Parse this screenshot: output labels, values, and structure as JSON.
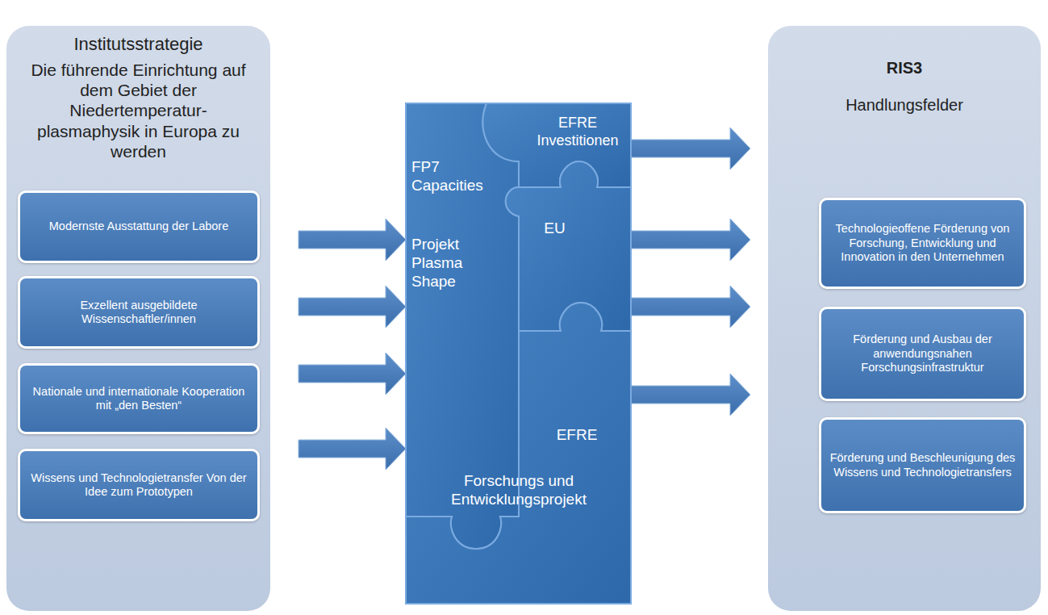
{
  "diagram": {
    "nodes": [
      {
        "text": [
          "Institutsstrategie",
          "Die führende Einrichtung auf dem Gebiet der Niedertemperatur-plasmaphysik in Europa zu werden"
        ]
      },
      {
        "text": [
          "Modernste Ausstattung der Labore"
        ],
        "in": 0
      },
      {
        "text": [
          "Exzellent ausgebildete Wissenschaftler/innen"
        ],
        "in": 0
      },
      {
        "text": [
          "Nationale und internationale Kooperation mit „den Besten“"
        ],
        "in": 0
      },
      {
        "text": [
          "Wissens und Technologietransfer Von der Idee zum Prototypen"
        ],
        "in": 0
      },
      {
        "text": [
          "FP7 Capacities",
          "Projekt Plasma Shape"
        ]
      },
      {
        "text": [
          "EFRE Investitionen"
        ]
      },
      {
        "text": [
          "EU"
        ]
      },
      {
        "text": [
          "EFRE",
          "Forschungs und Entwicklungsprojekt"
        ]
      },
      {
        "text": [
          "RIS3",
          "Handlungsfelder"
        ]
      },
      {
        "text": [
          "Technologieoffene Förderung von Forschung, Entwicklung und Innovation in den Unternehmen"
        ],
        "in": 9
      },
      {
        "text": [
          "Förderung und Ausbau der anwendungsnahen Forschungsinfrastruktur"
        ],
        "in": 9
      },
      {
        "text": [
          "Förderung und Beschleunigung des Wissens und Technologietransfers"
        ],
        "in": 9
      }
    ],
    "edges": [
      {
        "from": 0,
        "to": 5,
        "arrow": "to"
      },
      {
        "from": 0,
        "to": 5,
        "arrow": "to"
      },
      {
        "from": 0,
        "to": 5,
        "arrow": "to"
      },
      {
        "from": 0,
        "to": 5,
        "arrow": "to"
      },
      {
        "from": 6,
        "to": 9,
        "arrow": "to"
      },
      {
        "from": 7,
        "to": 9,
        "arrow": "to"
      },
      {
        "from": 7,
        "to": 9,
        "arrow": "to"
      },
      {
        "from": 8,
        "to": 9,
        "arrow": "to"
      }
    ]
  }
}
